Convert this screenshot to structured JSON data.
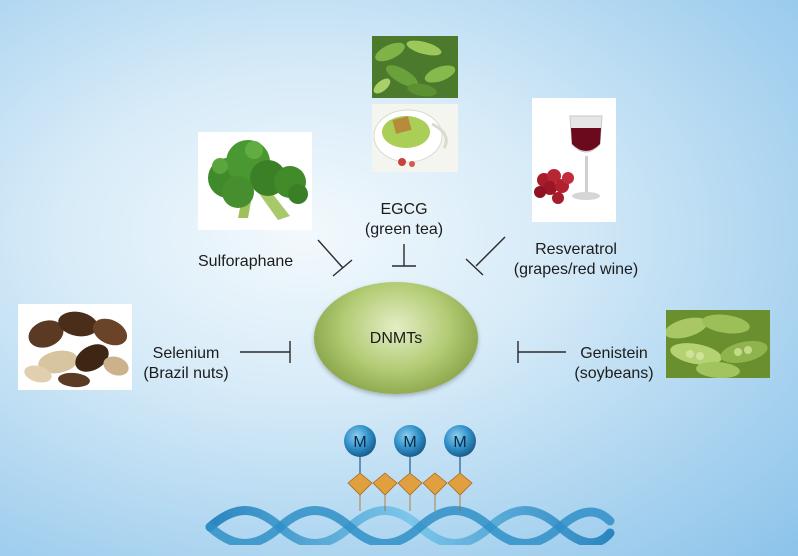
{
  "center": {
    "label": "DNMTs"
  },
  "compounds": {
    "sulforaphane": {
      "label": "Sulforaphane",
      "image": "broccoli"
    },
    "egcg": {
      "line1": "EGCG",
      "line2": "(green tea)",
      "images": [
        "tea-leaves",
        "green-tea-cup"
      ]
    },
    "resveratrol": {
      "line1": "Resveratrol",
      "line2": "(grapes/red wine)",
      "image": "red-wine-grapes"
    },
    "selenium": {
      "line1": "Selenium",
      "line2": "(Brazil nuts)",
      "image": "brazil-nuts"
    },
    "genistein": {
      "line1": "Genistein",
      "line2": "(soybeans)",
      "image": "soybeans"
    }
  },
  "methyl_groups": [
    "M",
    "M",
    "M"
  ],
  "colors": {
    "background": "#a7d2ef",
    "dnmt": "#9fbb5c",
    "methyl": "#2f8fc7",
    "linker": "#e0a040",
    "dna": "#3f9ccf"
  }
}
